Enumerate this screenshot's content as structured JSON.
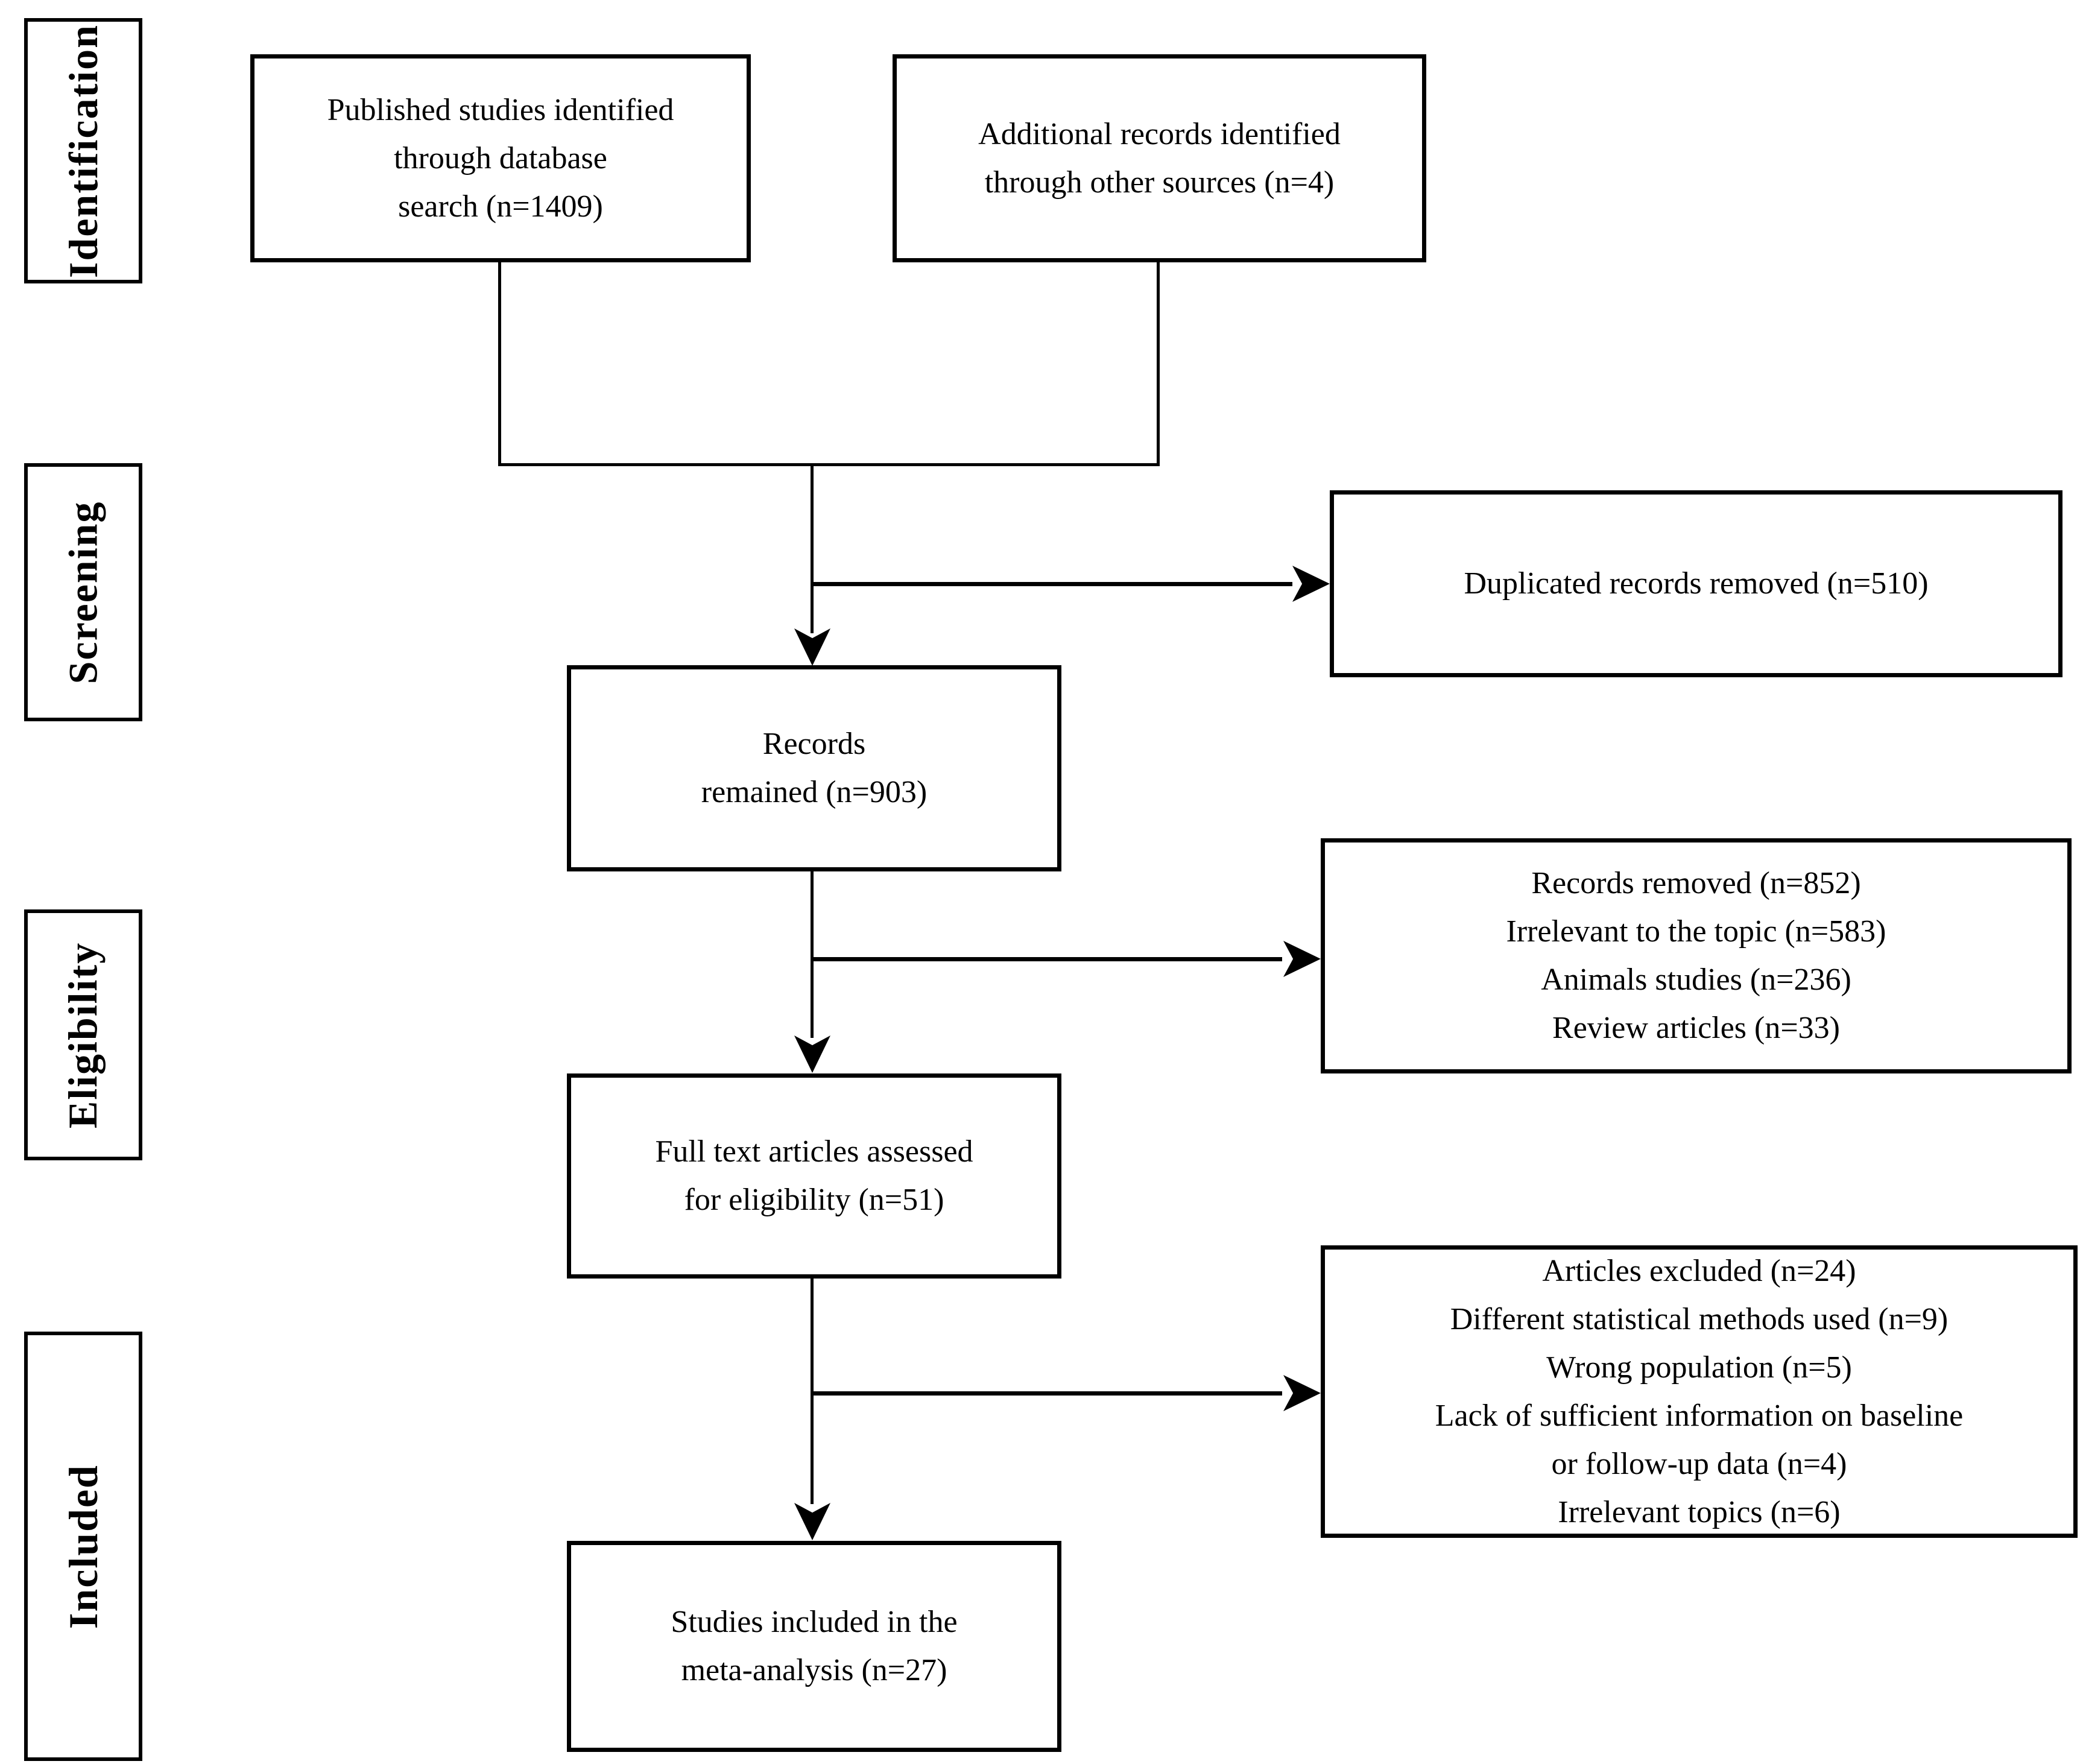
{
  "palette": {
    "ink": "#000000",
    "paper": "#ffffff"
  },
  "stages": [
    {
      "id": "identification",
      "label": "Identification"
    },
    {
      "id": "screening",
      "label": "Screening"
    },
    {
      "id": "eligibility",
      "label": "Eligibility"
    },
    {
      "id": "included",
      "label": "Included"
    }
  ],
  "boxes": {
    "published": {
      "lines": [
        "Published studies identified",
        "through database",
        "search  (n=1409)"
      ]
    },
    "additional": {
      "lines": [
        "Additional records identified",
        "through other sources  (n=4)"
      ]
    },
    "duplicated": {
      "lines": [
        "Duplicated records removed  (n=510)"
      ]
    },
    "remained": {
      "lines": [
        "Records",
        "remained  (n=903)"
      ]
    },
    "removed": {
      "lines": [
        "Records removed  (n=852)",
        "Irrelevant to the topic  (n=583)",
        "Animals studies  (n=236)",
        "Review articles  (n=33)"
      ]
    },
    "fulltext": {
      "lines": [
        "Full text articles assessed",
        "for eligibility  (n=51)"
      ]
    },
    "excluded": {
      "lines": [
        "Articles excluded  (n=24)",
        "Different statistical methods used  (n=9)",
        "Wrong population  (n=5)",
        "Lack of sufficient information on baseline",
        "or follow-up data  (n=4)",
        "Irrelevant topics  (n=6)"
      ]
    },
    "studies": {
      "lines": [
        "Studies included in the",
        "meta-analysis  (n=27)"
      ]
    }
  }
}
